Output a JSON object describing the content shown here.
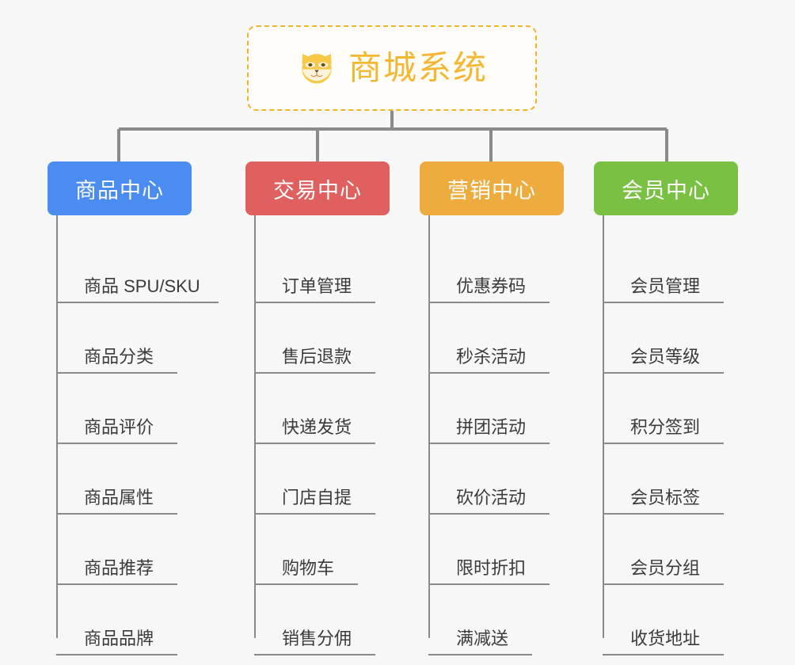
{
  "page": {
    "background_color": "#f7f7f7",
    "type": "mindmap"
  },
  "root": {
    "title": "商城系统",
    "icon": "shiba-dog-icon",
    "text_color": "#f5b731",
    "border_color": "#f0b429",
    "background_color": "#fffefb"
  },
  "connector": {
    "color": "#8a8a8a"
  },
  "branches": [
    {
      "label": "商品中心",
      "color": "#4a8cf0",
      "items": [
        "商品 SPU/SKU",
        "商品分类",
        "商品评价",
        "商品属性",
        "商品推荐",
        "商品品牌"
      ]
    },
    {
      "label": "交易中心",
      "color": "#e0605f",
      "items": [
        "订单管理",
        "售后退款",
        "快递发货",
        "门店自提",
        "购物车",
        "销售分佣"
      ]
    },
    {
      "label": "营销中心",
      "color": "#eeac3e",
      "items": [
        "优惠券码",
        "秒杀活动",
        "拼团活动",
        "砍价活动",
        "限时折扣",
        "满减送"
      ]
    },
    {
      "label": "会员中心",
      "color": "#7ac043",
      "items": [
        "会员管理",
        "会员等级",
        "积分签到",
        "会员标签",
        "会员分组",
        "收货地址"
      ]
    }
  ]
}
